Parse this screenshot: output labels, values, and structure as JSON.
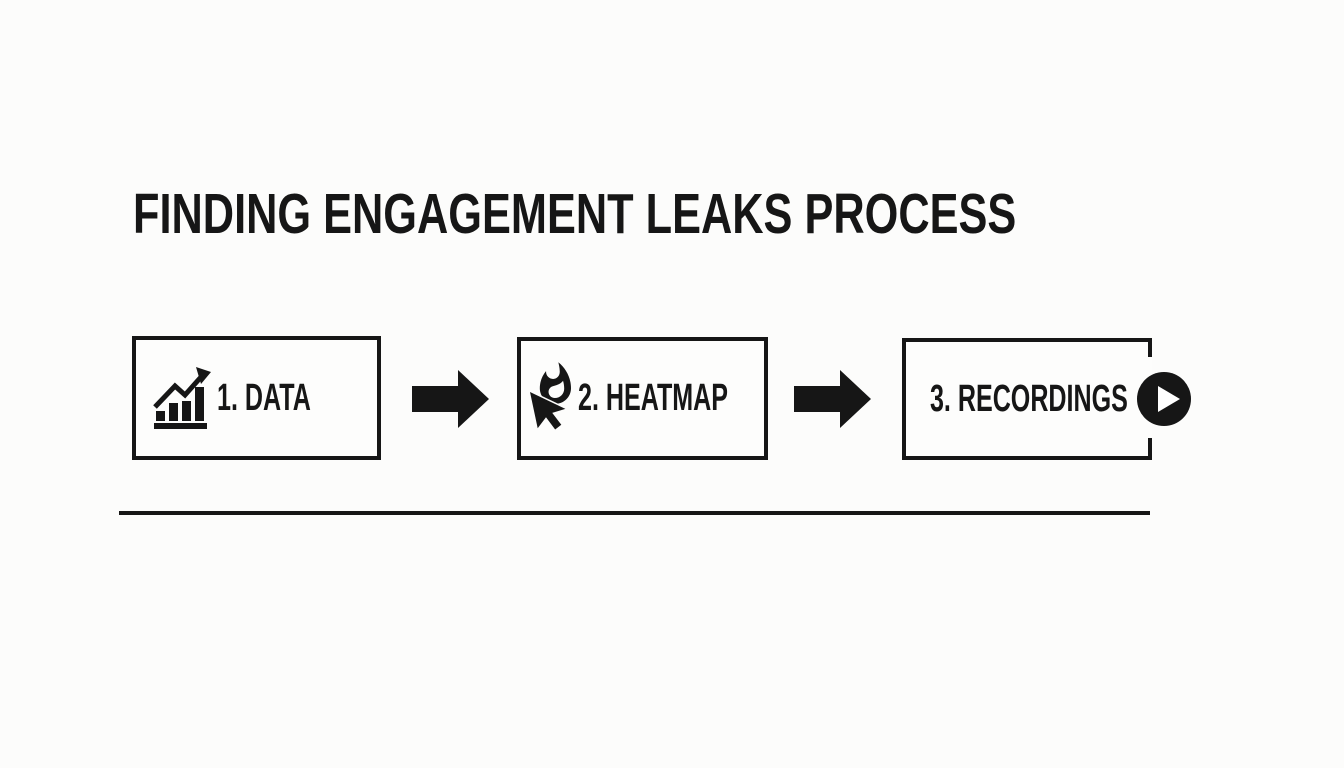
{
  "colors": {
    "background": "#fcfcfb",
    "ink": "#161616"
  },
  "title": "FINDING ENGAGEMENT LEAKS PROCESS",
  "steps": [
    {
      "label": "1. DATA",
      "icon": "bar-chart-growth-icon"
    },
    {
      "label": "2. HEATMAP",
      "icon": "flame-cursor-icon"
    },
    {
      "label": "3. RECORDINGS",
      "icon": "play-button-icon"
    }
  ],
  "connectors": [
    {
      "icon": "arrow-right-icon"
    },
    {
      "icon": "arrow-right-icon"
    }
  ]
}
